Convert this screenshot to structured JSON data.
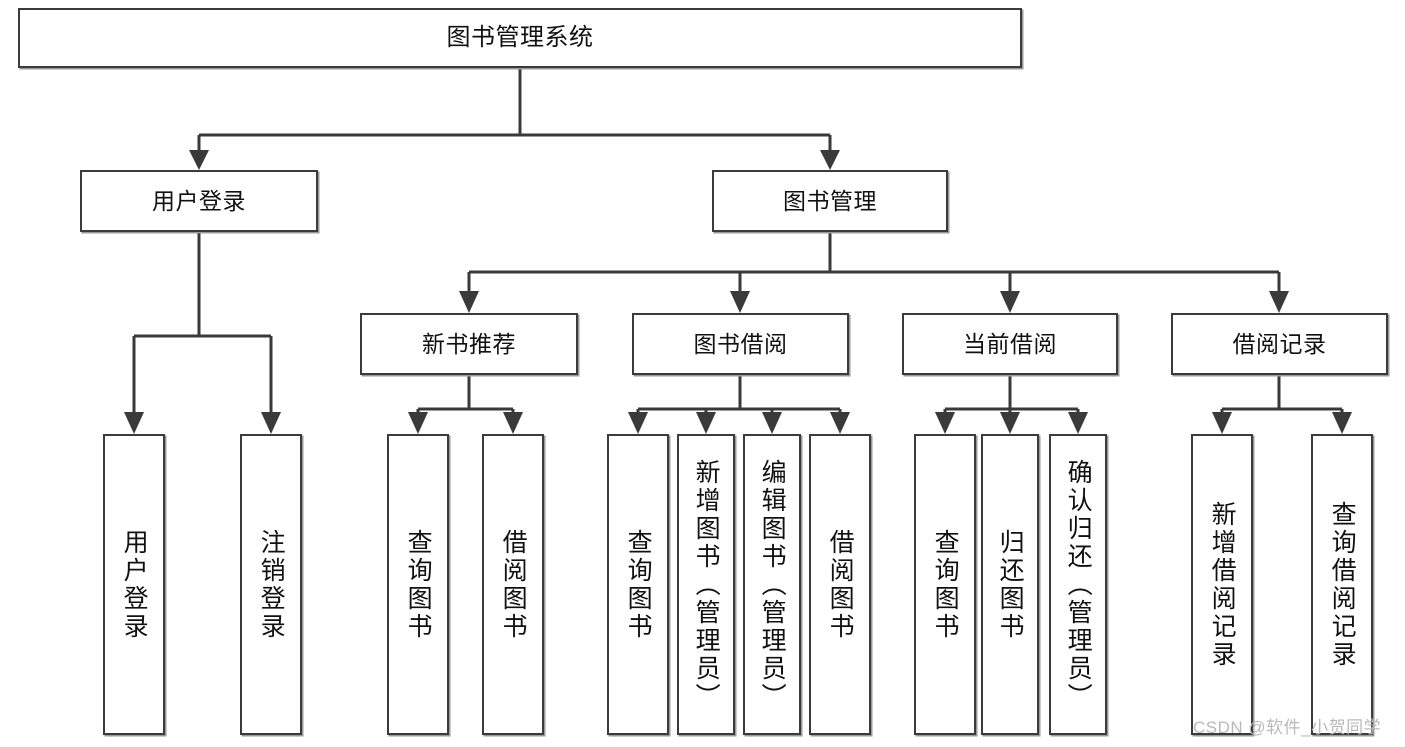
{
  "diagram": {
    "type": "tree",
    "title": "图书管理系统",
    "watermark": "CSDN @软件_小贺同学",
    "colors": {
      "box_border": "#3b3b3b",
      "box_fill": "#ffffff",
      "connector": "#3a3a3a",
      "text": "#111111",
      "watermark": "#b9b9b9"
    },
    "root": {
      "label": "图书管理系统"
    },
    "level2": [
      {
        "label": "用户登录"
      },
      {
        "label": "图书管理"
      }
    ],
    "level3": [
      {
        "label": "新书推荐"
      },
      {
        "label": "图书借阅"
      },
      {
        "label": "当前借阅"
      },
      {
        "label": "借阅记录"
      }
    ],
    "leaves": {
      "user_login": [
        {
          "label": "用户登录"
        },
        {
          "label": "注销登录"
        }
      ],
      "new_book_recommend": [
        {
          "label": "查询图书"
        },
        {
          "label": "借阅图书"
        }
      ],
      "book_borrow": [
        {
          "label": "查询图书"
        },
        {
          "label": "新增图书（管理员）"
        },
        {
          "label": "编辑图书（管理员）"
        },
        {
          "label": "借阅图书"
        }
      ],
      "current_borrow": [
        {
          "label": "查询图书"
        },
        {
          "label": "归还图书"
        },
        {
          "label": "确认归还（管理员）"
        }
      ],
      "borrow_record": [
        {
          "label": "新增借阅记录"
        },
        {
          "label": "查询借阅记录"
        }
      ]
    }
  }
}
